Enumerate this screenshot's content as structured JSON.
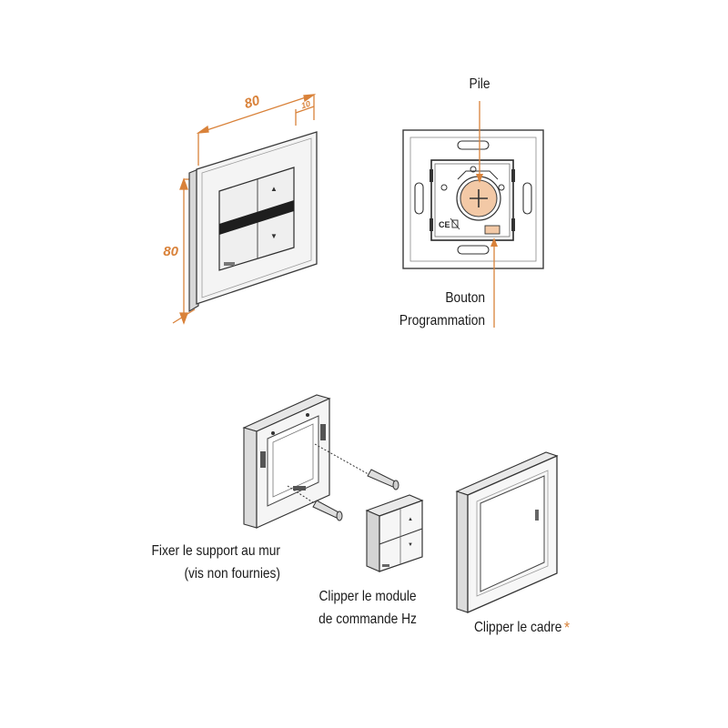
{
  "dimensions": {
    "width": "80",
    "height": "80",
    "depth": "10"
  },
  "callouts": {
    "pile": "Pile",
    "bouton_line1": "Bouton",
    "bouton_line2": "Programmation"
  },
  "steps": {
    "step1_line1": "Fixer le support au mur",
    "step1_line2": "(vis non fournies)",
    "step2_line1": "Clipper le module",
    "step2_line2": "de commande Hz",
    "step3": "Clipper le cadre",
    "step3_asterisk": "*"
  },
  "markings": {
    "ce": "CE",
    "up": "▲",
    "down": "▼"
  },
  "colors": {
    "accent": "#d9823a",
    "battery": "#f3c9a6",
    "line": "#3a3a3a"
  }
}
